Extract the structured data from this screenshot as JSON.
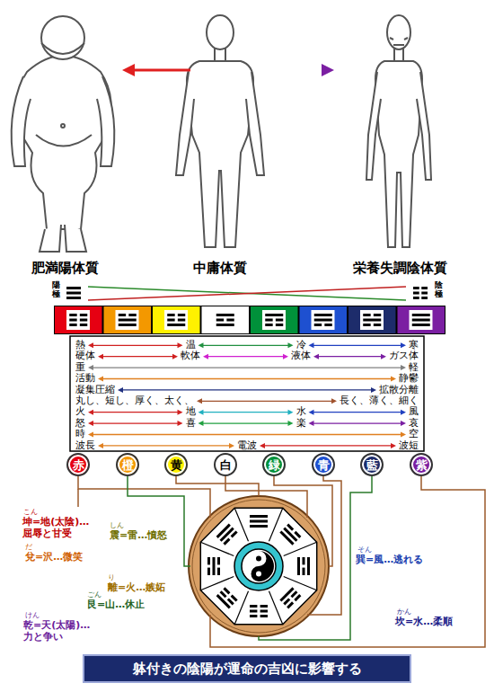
{
  "diagram": {
    "caption": "躰付きの陰陽が運命の吉凶に影響する",
    "nodes": [
      {
        "text": [
          "赤"
        ]
      },
      {
        "text": [
          "橙"
        ]
      },
      {
        "text": [
          "黄"
        ]
      },
      {
        "text": [
          "白"
        ]
      },
      {
        "text": [
          "緑"
        ]
      },
      {
        "text": [
          "青"
        ]
      },
      {
        "text": [
          "藍"
        ]
      },
      {
        "text": [
          "紫"
        ]
      }
    ],
    "labels": [
      "肥満陽体質",
      "中庸体質",
      "栄養失調陰体質",
      "陽極",
      "陰極",
      "熱",
      "温",
      "冷",
      "寒",
      "硬体",
      "軟体",
      "液体",
      "ガス体",
      "重",
      "軽",
      "活動",
      "静鬱",
      "凝集圧縮",
      "拡散分離",
      "丸し、短し、厚く、太く、",
      "長く、薄く、細く",
      "火",
      "地",
      "水",
      "風",
      "怒",
      "喜",
      "楽",
      "哀",
      "時",
      "空",
      "波長",
      "電波",
      "波短",
      "こん",
      "坤=地(太陰)…屈辱と甘受",
      "だ",
      "兌=沢…微笑",
      "しん",
      "震=雷…憤怒",
      "り",
      "離=火…嫉妬",
      "ごん",
      "艮=山…休止",
      "けん",
      "乾=天(太陽)…力と争い",
      "そん",
      "巽=風…逃れる",
      "かん",
      "坎=水…柔順"
    ]
  }
}
